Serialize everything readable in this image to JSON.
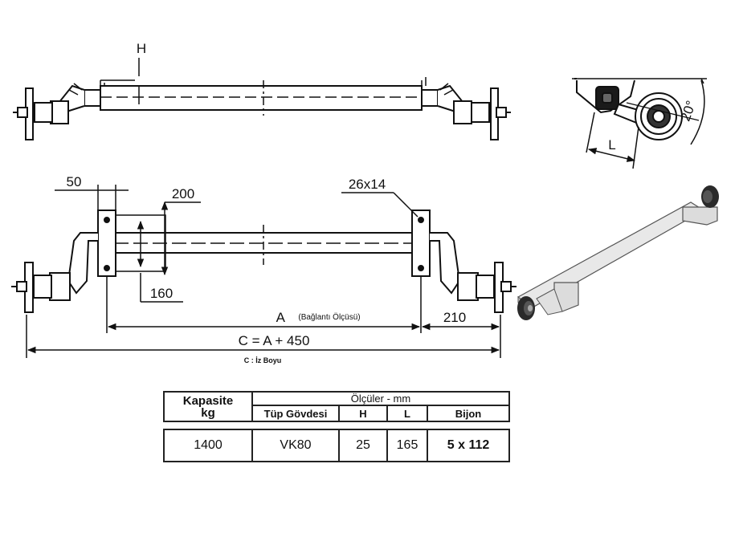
{
  "dimensions": {
    "h": "H",
    "l": "L",
    "angle": "20°",
    "d50": "50",
    "d200": "200",
    "d160": "160",
    "bolt": "26x14",
    "a": "A",
    "a_note": "(Bağlantı Ölçüsü)",
    "d210": "210",
    "c_formula": "C = A + 450",
    "c_note": "C : İz Boyu"
  },
  "table": {
    "capacity_header_line1": "Kapasite",
    "capacity_header_line2": "kg",
    "dims_header": "Ölçüler - mm",
    "col_tube": "Tüp Gövdesi",
    "col_h": "H",
    "col_l": "L",
    "col_bolt": "Bijon",
    "row": {
      "capacity": "1400",
      "tube": "VK80",
      "h": "25",
      "l": "165",
      "bolt": "5 x 112"
    }
  }
}
